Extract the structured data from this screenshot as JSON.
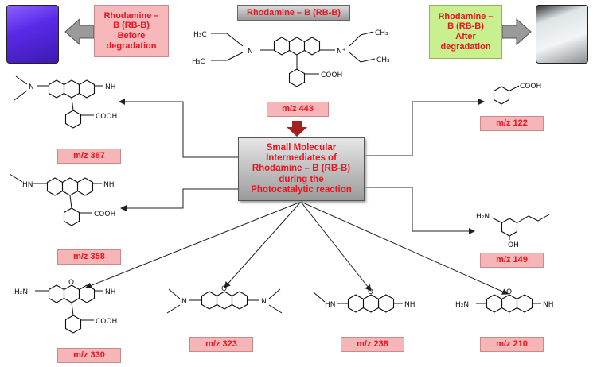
{
  "title": "Rhodamine – B (RB-B)",
  "before_label": "Rhodamine –\nB (RB-B)\nBefore\ndegradation",
  "after_label": "Rhodamine –\nB (RB-B)\nAfter\ndegradation",
  "center_label": "Small Molecular\nIntermediates  of\nRhodamine – B (RB-B)\nduring the\nPhotocatalytic reaction",
  "parent_mz": "m/z 443",
  "intermediates": [
    "m/z 387",
    "m/z 358",
    "m/z 330",
    "m/z 323",
    "m/z 238",
    "m/z 210",
    "m/z 149",
    "m/z 122"
  ],
  "chem_text": {
    "h3c": "H₃C",
    "ch3": "CH₃",
    "nplus": "N⁺",
    "n": "N",
    "nh": "NH",
    "hn": "HN",
    "h2n": "H₂N",
    "cooh": "COOH",
    "oh": "OH",
    "o": "O"
  },
  "colors": {
    "label_text": "#e8141e",
    "mz_fill": "#f6b6b8",
    "after_fill": "#c9ef8e",
    "vial_before": "#6b3cf0",
    "vial_after": "#e9edf0"
  }
}
